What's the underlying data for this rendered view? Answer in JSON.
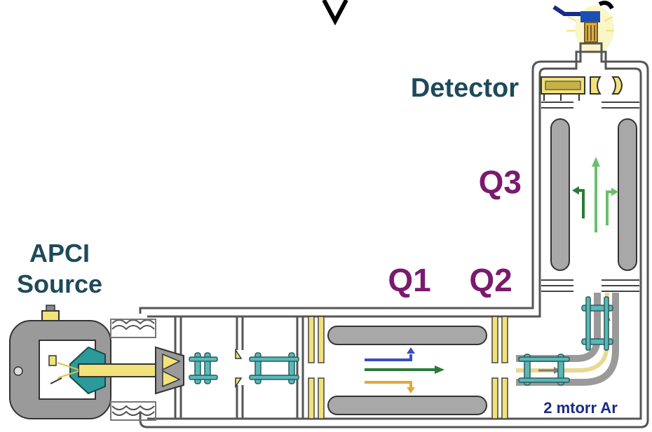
{
  "labels": {
    "detector": "Detector",
    "q3": "Q3",
    "q1": "Q1",
    "q2": "Q2",
    "source_line1": "APCI",
    "source_line2": "Source",
    "gas": "2 mtorr Ar"
  },
  "colors": {
    "q_label": "#7a1a6e",
    "dark_label": "#1e4a5a",
    "gas_label": "#1a2a8a",
    "ion_blue": "#3a4fc0",
    "ion_green": "#2a7a3a",
    "ion_orange": "#e0a83a",
    "ion_lightgreen": "#6ac06a",
    "rod_gray": "#9a9a9a",
    "lens_teal": "#5ab8b8",
    "yellow": "#f2e27a",
    "housing": "#9a9a9a"
  }
}
